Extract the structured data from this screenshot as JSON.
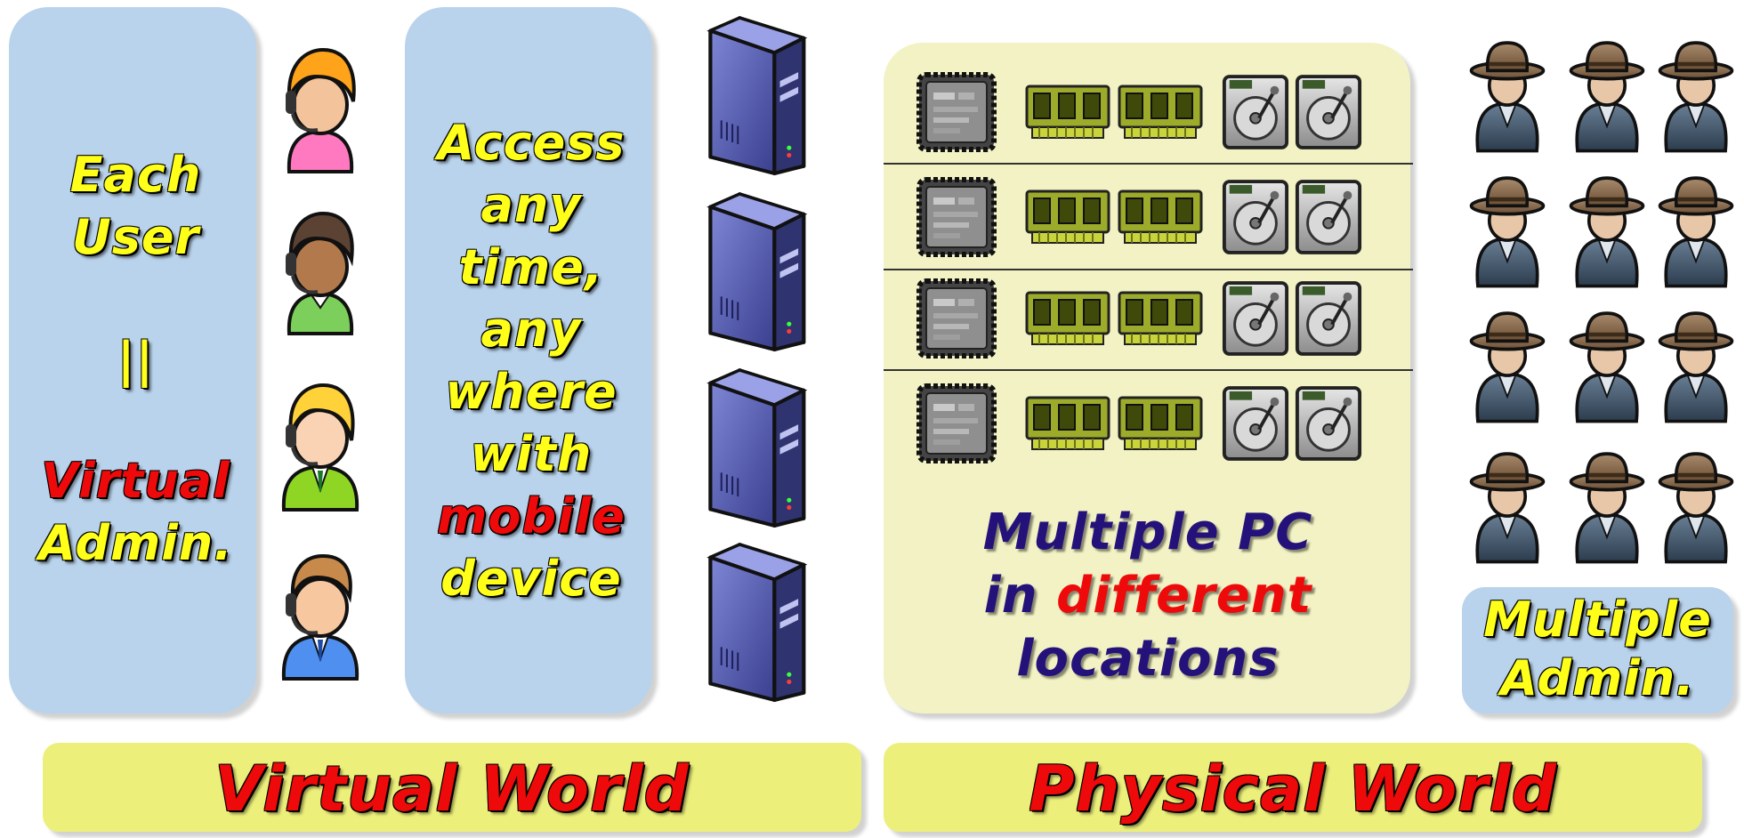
{
  "virtual_admin": {
    "line1": "Each",
    "line2": "User",
    "equals": "||",
    "line3": "Virtual",
    "line4": "Admin."
  },
  "access": {
    "line1": "Access",
    "line2": "any",
    "line3": "time,",
    "line4": "any",
    "line5": "where",
    "line6": "with",
    "line7": "mobile",
    "line8": "device"
  },
  "physical": {
    "line1": "Multiple PC",
    "line2_a": "in ",
    "line2_b": "different",
    "line3": "locations"
  },
  "multiple_admin": {
    "line1": "Multiple",
    "line2": "Admin."
  },
  "worlds": {
    "virtual": "Virtual World",
    "physical": "Physical World"
  },
  "colors": {
    "panel_blue": "#b9d3ec",
    "panel_cream": "#f2f2c4",
    "bar_yellow": "#ecf07a",
    "text_yellow": "#ffff1a",
    "text_red": "#ee0a0a",
    "text_navy": "#24127a"
  },
  "icons": {
    "users": [
      "user-orange-headset-icon",
      "user-green-headset-icon",
      "user-blonde-headset-icon",
      "user-blue-headset-icon"
    ],
    "servers": [
      "server-tower-icon",
      "server-tower-icon",
      "server-tower-icon",
      "server-tower-icon"
    ],
    "pc_row": [
      "cpu-chip-icon",
      "ram-module-icon",
      "ram-module-icon",
      "hard-disk-icon",
      "hard-disk-icon"
    ],
    "admins": "admin-hat-person-icon"
  }
}
